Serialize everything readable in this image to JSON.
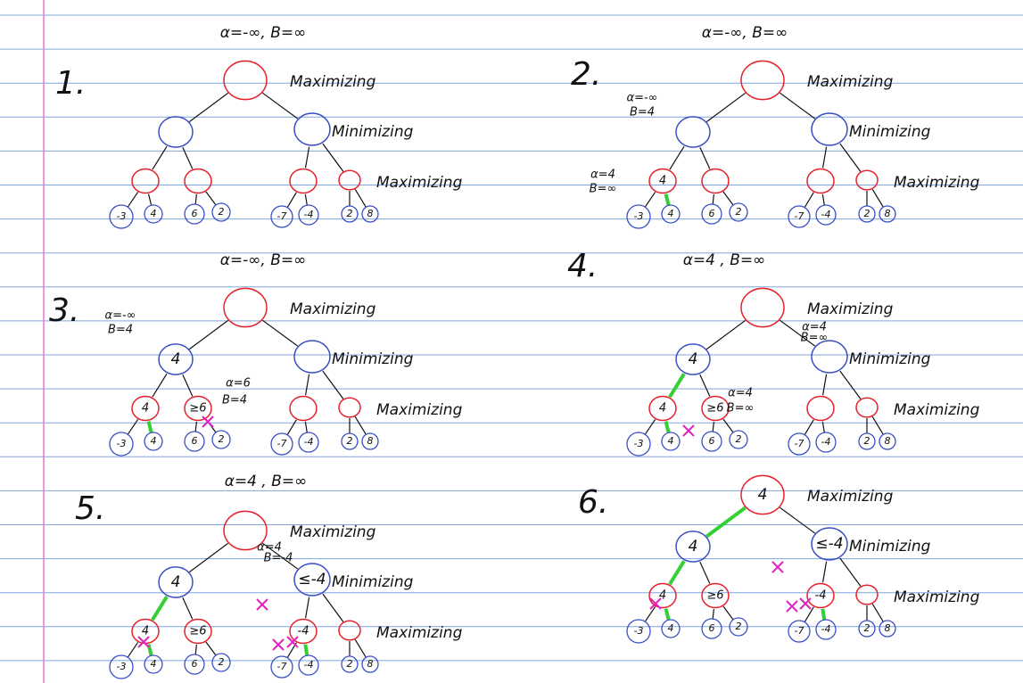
{
  "colors": {
    "rule": "#7fa6dd",
    "margin": "#e87fd0",
    "max_node": "#e5212b",
    "min_node": "#3a4fc4",
    "ink": "#111111",
    "prune_edge": "#33d033",
    "prune_cross": "#e020c0"
  },
  "panels": [
    {
      "number": "1.",
      "header": "α=-∞, B=∞",
      "labels": [
        "Maximizing",
        "Minimizing",
        "Maximizing"
      ],
      "max_value": "",
      "min_left_value": "",
      "min_right_value": "",
      "max_ll_value": "",
      "max_lr_value": "",
      "max_rl_value": "",
      "max_rr_value": "",
      "leaves": [
        "-3",
        "4",
        "6",
        "2",
        "-7",
        "-4",
        "2",
        "8"
      ],
      "notes": []
    },
    {
      "number": "2.",
      "header": "α=-∞, B=∞",
      "labels": [
        "Maximizing",
        "Minimizing",
        "Maximizing"
      ],
      "max_value": "",
      "min_left_value": "",
      "min_right_value": "",
      "max_ll_value": "4",
      "max_lr_value": "",
      "max_rl_value": "",
      "max_rr_value": "",
      "leaves": [
        "-3",
        "4",
        "6",
        "2",
        "-7",
        "-4",
        "2",
        "8"
      ],
      "notes": [
        "α=-∞",
        "B=4",
        "α=4",
        "B=∞"
      ]
    },
    {
      "number": "3.",
      "header": "α=-∞, B=∞",
      "labels": [
        "Maximizing",
        "Minimizing",
        "Maximizing"
      ],
      "max_value": "",
      "min_left_value": "4",
      "min_right_value": "",
      "max_ll_value": "4",
      "max_lr_value": "≥6",
      "max_rl_value": "",
      "max_rr_value": "",
      "leaves": [
        "-3",
        "4",
        "6",
        "2",
        "-7",
        "-4",
        "2",
        "8"
      ],
      "notes": [
        "α=-∞",
        "B=4",
        "α=6",
        "B=4"
      ]
    },
    {
      "number": "4.",
      "header": "α=4 , B=∞",
      "labels": [
        "Maximizing",
        "Minimizing",
        "Maximizing"
      ],
      "max_value": "",
      "min_left_value": "4",
      "min_right_value": "",
      "max_ll_value": "4",
      "max_lr_value": "≥6",
      "max_rl_value": "",
      "max_rr_value": "",
      "leaves": [
        "-3",
        "4",
        "6",
        "2",
        "-7",
        "-4",
        "2",
        "8"
      ],
      "notes": [
        "α=4",
        "B=∞",
        "α=4",
        "B=∞"
      ]
    },
    {
      "number": "5.",
      "header": "α=4 , B=∞",
      "labels": [
        "Maximizing",
        "Minimizing",
        "Maximizing"
      ],
      "max_value": "",
      "min_left_value": "4",
      "min_right_value": "≤-4",
      "max_ll_value": "4",
      "max_lr_value": "≥6",
      "max_rl_value": "-4",
      "max_rr_value": "",
      "leaves": [
        "-3",
        "4",
        "6",
        "2",
        "-7",
        "-4",
        "2",
        "8"
      ],
      "notes": [
        "α=4",
        "B=-4"
      ]
    },
    {
      "number": "6.",
      "header": "",
      "labels": [
        "Maximizing",
        "Minimizing",
        "Maximizing"
      ],
      "max_value": "4",
      "min_left_value": "4",
      "min_right_value": "≤-4",
      "max_ll_value": "4",
      "max_lr_value": "≥6",
      "max_rl_value": "-4",
      "max_rr_value": "",
      "leaves": [
        "-3",
        "4",
        "6",
        "2",
        "-7",
        "-4",
        "2",
        "8"
      ],
      "notes": []
    }
  ]
}
